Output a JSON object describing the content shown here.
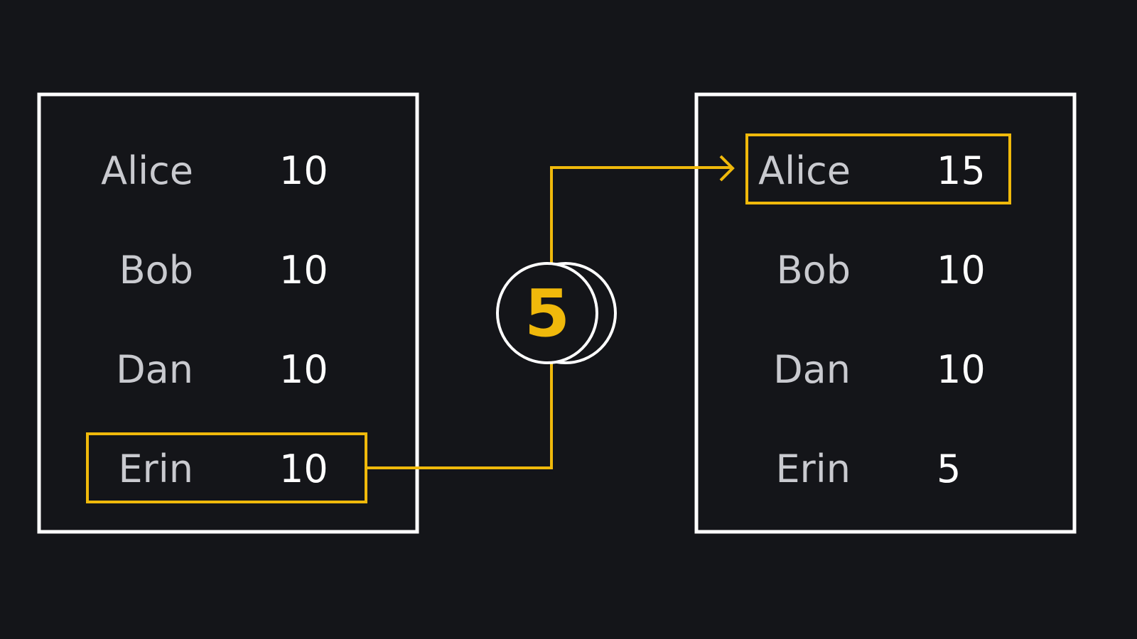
{
  "colors": {
    "background": "#141519",
    "panel_border": "#ffffff",
    "accent": "#f0b90b",
    "name_text": "#c9cacf",
    "value_text": "#ffffff"
  },
  "before_ledger": {
    "rows": [
      {
        "name": "Alice",
        "value": "10"
      },
      {
        "name": "Bob",
        "value": "10"
      },
      {
        "name": "Dan",
        "value": "10"
      },
      {
        "name": "Erin",
        "value": "10"
      }
    ],
    "highlighted_row": "Erin"
  },
  "after_ledger": {
    "rows": [
      {
        "name": "Alice",
        "value": "15"
      },
      {
        "name": "Bob",
        "value": "10"
      },
      {
        "name": "Dan",
        "value": "10"
      },
      {
        "name": "Erin",
        "value": "5"
      }
    ],
    "highlighted_row": "Alice"
  },
  "transfer": {
    "amount": "5",
    "from": "Erin",
    "to": "Alice",
    "icon": "coin-icon"
  }
}
